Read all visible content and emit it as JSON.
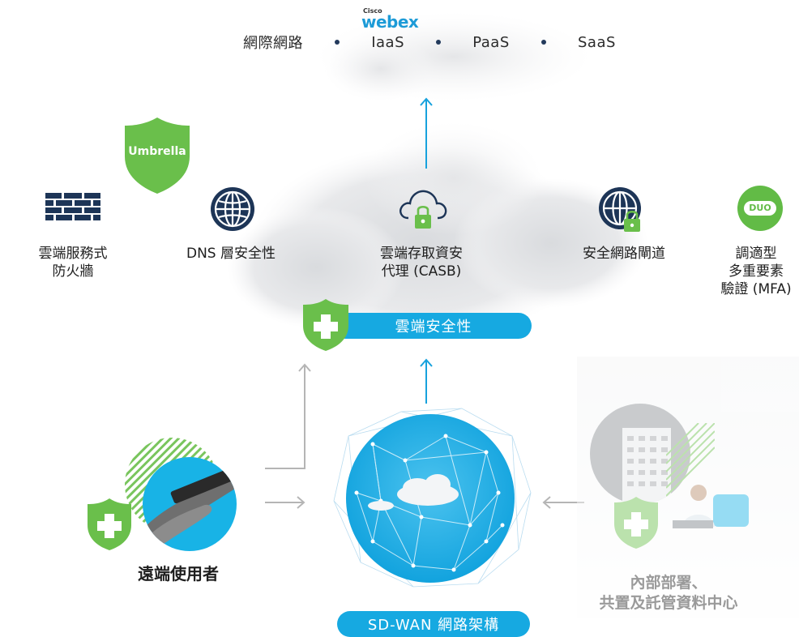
{
  "top": {
    "brand_small": "Cisco",
    "brand_main": "webex",
    "items": [
      "網際網路",
      "IaaS",
      "PaaS",
      "SaaS"
    ]
  },
  "services": {
    "umbrella": "Umbrella",
    "firewall": [
      "雲端服務式",
      "防火牆"
    ],
    "dns": "DNS 層安全性",
    "casb": [
      "雲端存取資安",
      "代理 (CASB)"
    ],
    "gateway": "安全網路閘道",
    "duo_logo": "DUO",
    "mfa": [
      "調適型",
      "多重要素",
      "驗證 (MFA)"
    ]
  },
  "cloud_security": {
    "label": "雲端安全性"
  },
  "sdwan": {
    "label": "SD-WAN 網路架構"
  },
  "remote_user": {
    "label": "遠端使用者"
  },
  "datacenter": {
    "label": [
      "內部部署、",
      "共置及託管資料中心"
    ]
  },
  "colors": {
    "accent_blue": "#16a9e1",
    "shield_green": "#6abf4b",
    "icon_navy": "#1d3557",
    "arrow_blue": "#17a2dd",
    "arrow_gray": "#b5b5b5"
  }
}
